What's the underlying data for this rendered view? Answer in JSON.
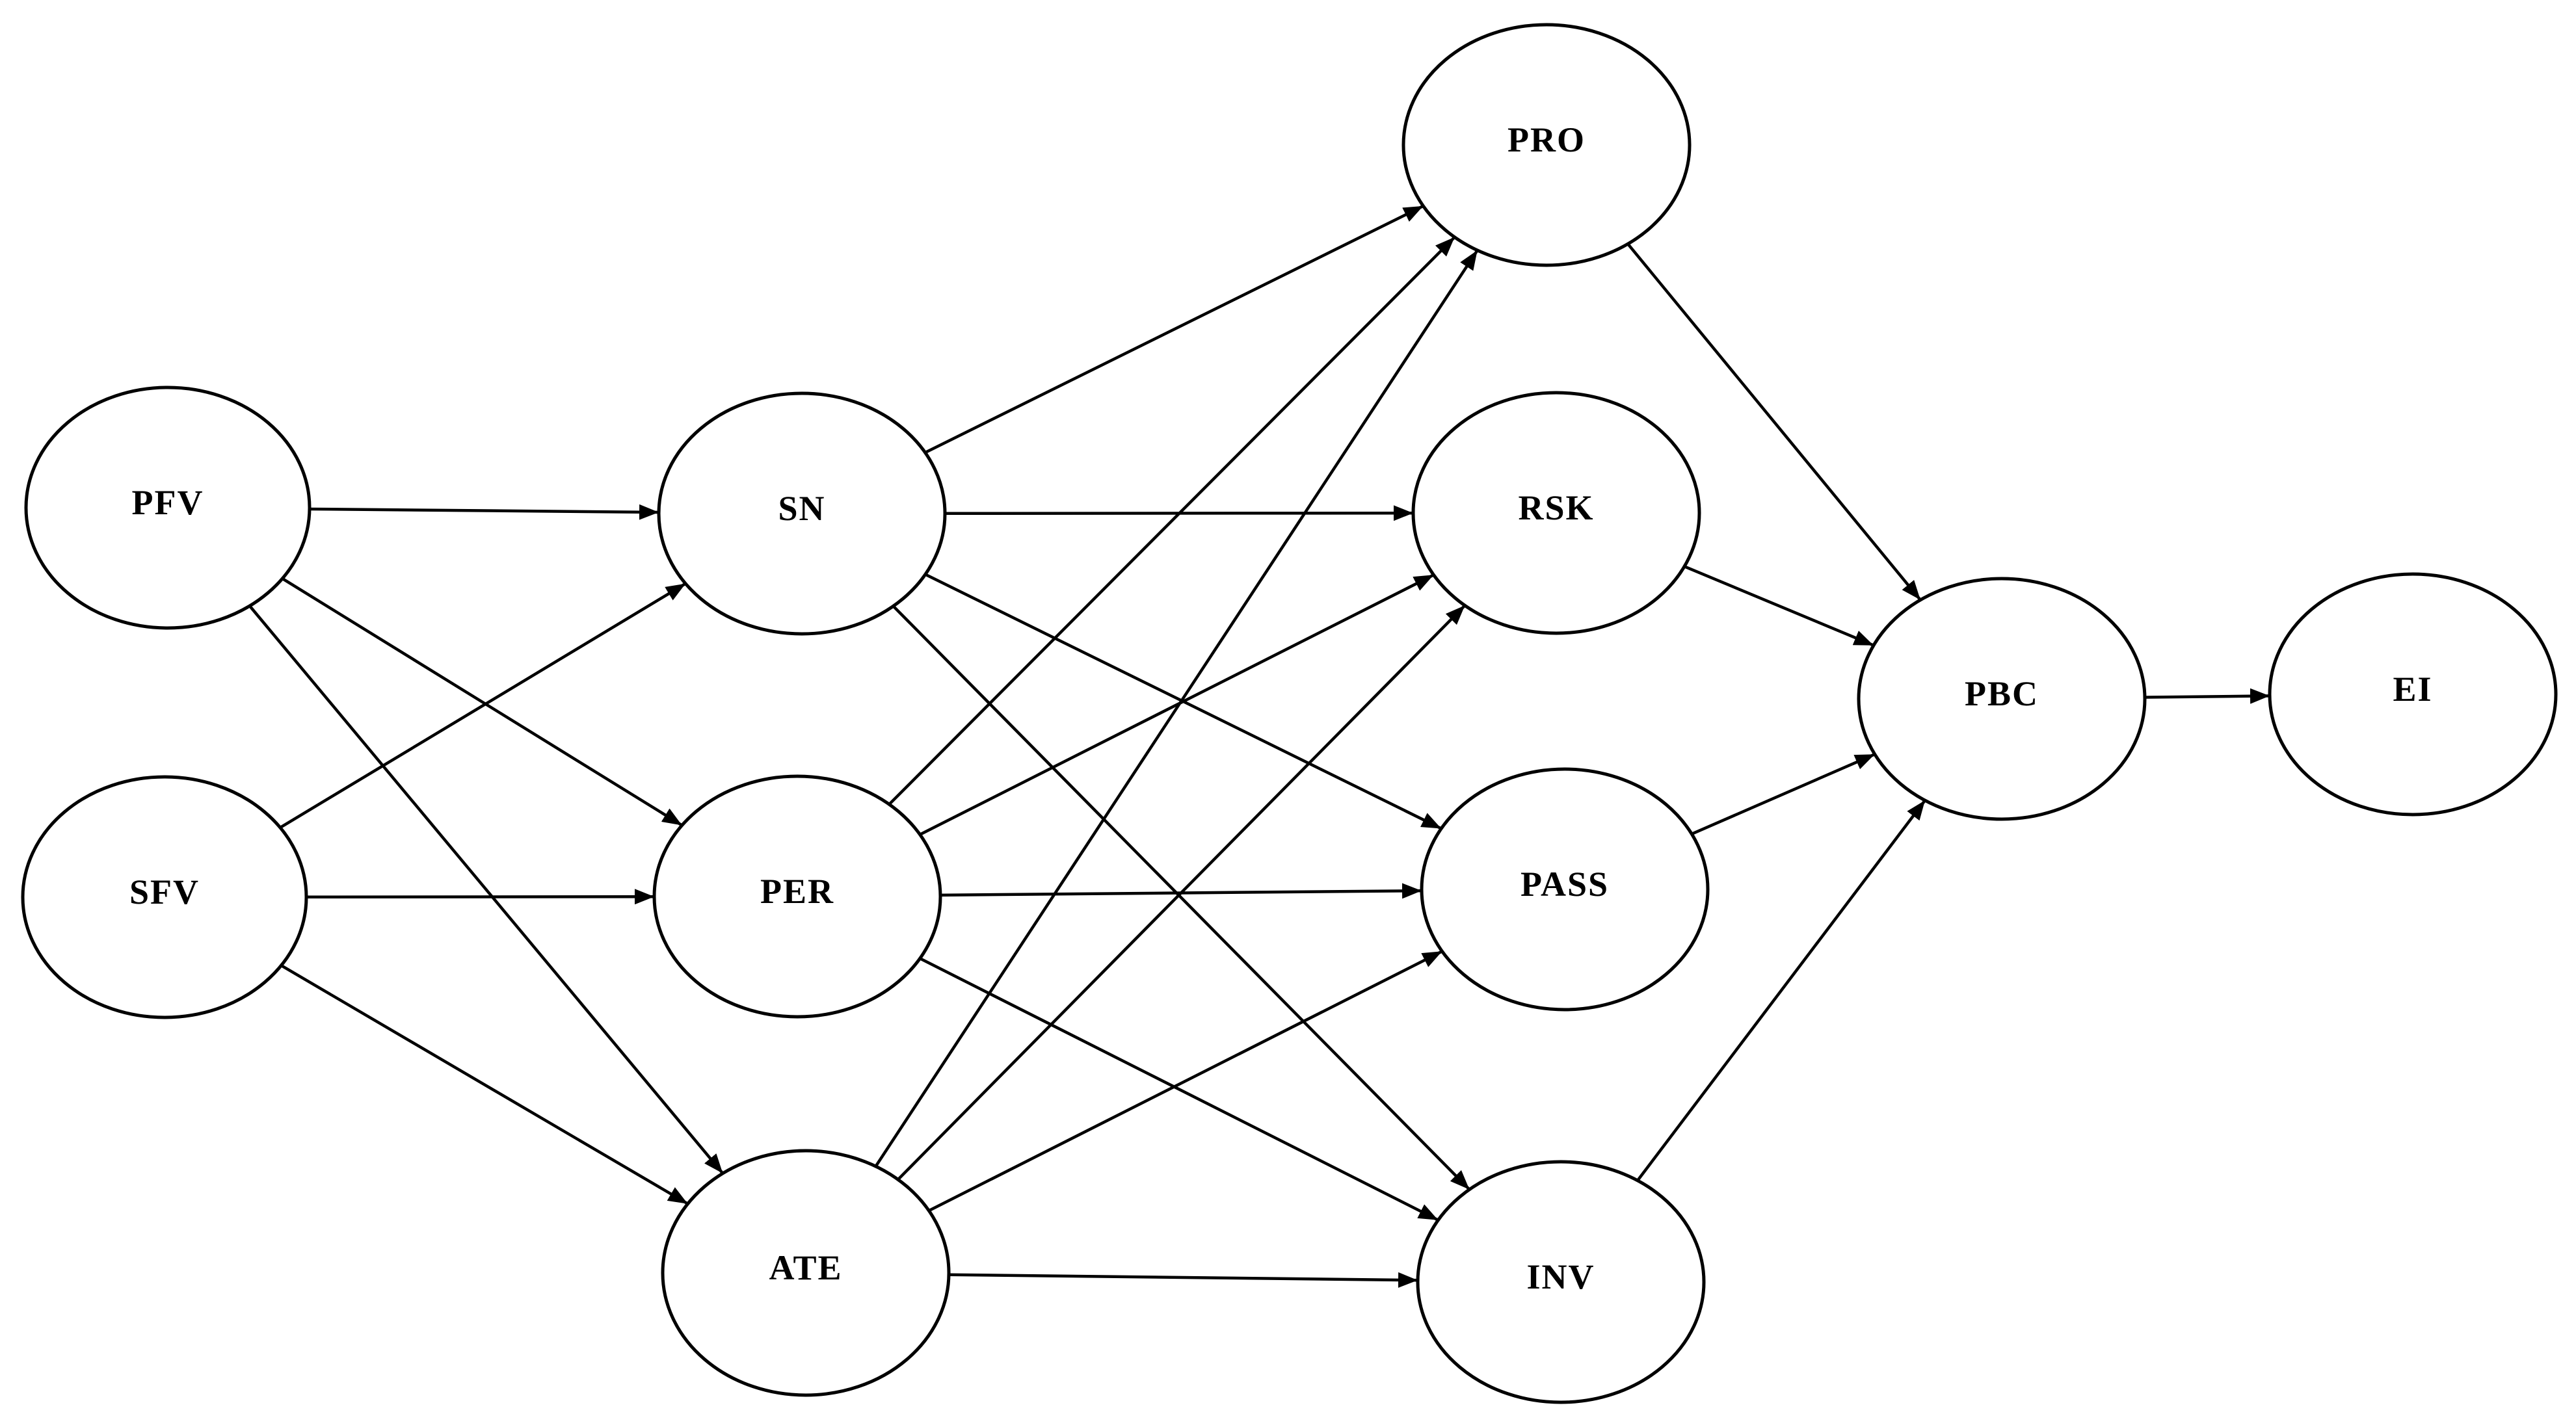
{
  "nodes": [
    {
      "id": "PFV",
      "label": "PFV"
    },
    {
      "id": "SFV",
      "label": "SFV"
    },
    {
      "id": "SN",
      "label": "SN"
    },
    {
      "id": "PER",
      "label": "PER"
    },
    {
      "id": "ATE",
      "label": "ATE"
    },
    {
      "id": "PRO",
      "label": "PRO"
    },
    {
      "id": "RSK",
      "label": "RSK"
    },
    {
      "id": "PASS",
      "label": "PASS"
    },
    {
      "id": "INV",
      "label": "INV"
    },
    {
      "id": "PBC",
      "label": "PBC"
    },
    {
      "id": "EI",
      "label": "EI"
    }
  ],
  "edges": [
    {
      "from": "PFV",
      "to": "SN"
    },
    {
      "from": "PFV",
      "to": "PER"
    },
    {
      "from": "PFV",
      "to": "ATE"
    },
    {
      "from": "SFV",
      "to": "SN"
    },
    {
      "from": "SFV",
      "to": "PER"
    },
    {
      "from": "SFV",
      "to": "ATE"
    },
    {
      "from": "SN",
      "to": "PRO"
    },
    {
      "from": "SN",
      "to": "RSK"
    },
    {
      "from": "SN",
      "to": "PASS"
    },
    {
      "from": "SN",
      "to": "INV"
    },
    {
      "from": "PER",
      "to": "PRO"
    },
    {
      "from": "PER",
      "to": "RSK"
    },
    {
      "from": "PER",
      "to": "PASS"
    },
    {
      "from": "PER",
      "to": "INV"
    },
    {
      "from": "ATE",
      "to": "PRO"
    },
    {
      "from": "ATE",
      "to": "RSK"
    },
    {
      "from": "ATE",
      "to": "PASS"
    },
    {
      "from": "ATE",
      "to": "INV"
    },
    {
      "from": "PRO",
      "to": "PBC"
    },
    {
      "from": "RSK",
      "to": "PBC"
    },
    {
      "from": "PASS",
      "to": "PBC"
    },
    {
      "from": "INV",
      "to": "PBC"
    },
    {
      "from": "PBC",
      "to": "EI"
    }
  ],
  "colors": {
    "stroke": "#000000",
    "fill": "#ffffff"
  }
}
